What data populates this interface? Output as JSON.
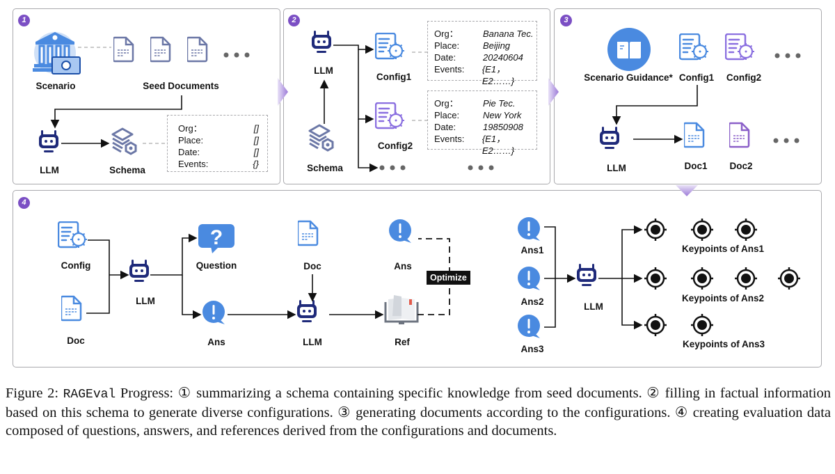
{
  "figure": {
    "panels": [
      {
        "step": "1",
        "labels": {
          "scenario": "Scenario",
          "seed_documents": "Seed Documents",
          "llm": "LLM",
          "schema": "Schema"
        },
        "schema_fields": [
          {
            "key": "Org：",
            "value": "[]"
          },
          {
            "key": "Place:",
            "value": "[]"
          },
          {
            "key": "Date:",
            "value": "[]"
          },
          {
            "key": "Events:",
            "value": "{}"
          }
        ]
      },
      {
        "step": "2",
        "labels": {
          "llm": "LLM",
          "schema": "Schema",
          "config1": "Config1",
          "config2": "Config2"
        },
        "configs": [
          {
            "fields": [
              {
                "key": "Org：",
                "value": "Banana Tec."
              },
              {
                "key": "Place:",
                "value": "Beijing"
              },
              {
                "key": "Date:",
                "value": "20240604"
              },
              {
                "key": "Events:",
                "value": "{E1，E2……}"
              }
            ]
          },
          {
            "fields": [
              {
                "key": "Org：",
                "value": "Pie Tec."
              },
              {
                "key": "Place:",
                "value": "New York"
              },
              {
                "key": "Date:",
                "value": "19850908"
              },
              {
                "key": "Events:",
                "value": "{E1，E2……}"
              }
            ]
          }
        ]
      },
      {
        "step": "3",
        "labels": {
          "scenario_guidance": "Scenario Guidance*",
          "config1": "Config1",
          "config2": "Config2",
          "llm": "LLM",
          "doc1": "Doc1",
          "doc2": "Doc2"
        }
      },
      {
        "step": "4",
        "labels": {
          "config": "Config",
          "doc": "Doc",
          "llm": "LLM",
          "question": "Question",
          "ans": "Ans",
          "doc_b": "Doc",
          "llm_b": "LLM",
          "ans_b": "Ans",
          "ref": "Ref",
          "optimize": "Optimize",
          "ans1": "Ans1",
          "ans2": "Ans2",
          "ans3": "Ans3",
          "llm_c": "LLM",
          "kp1": "Keypoints of Ans1",
          "kp2": "Keypoints of Ans2",
          "kp3": "Keypoints of Ans3"
        },
        "keypoint_counts": [
          3,
          4,
          2
        ]
      }
    ],
    "colors": {
      "badge": "#7b4fc4",
      "blue": "#4a8ae0",
      "purple": "#8a6fe0",
      "navy": "#1f2a7a",
      "slate": "#6b77a6"
    }
  },
  "caption": {
    "prefix": "Figure 2: ",
    "name": "RAGEval",
    "text": " Progress: ① summarizing a schema containing specific knowledge from seed documents. ② filling in factual information based on this schema to generate diverse configurations. ③ generating documents according to the configurations. ④ creating evaluation data composed of questions, answers, and references derived from the configurations and documents."
  }
}
